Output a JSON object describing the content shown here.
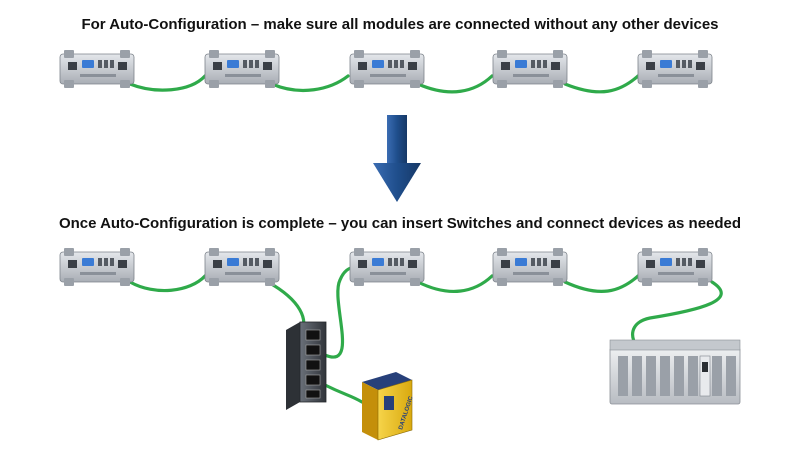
{
  "headings": {
    "auto_config": "For Auto-Configuration – make sure all modules are connected without any other devices",
    "after_config": "Once Auto-Configuration is complete – you can insert Switches and connect devices as needed"
  },
  "diagram": {
    "top_row_modules": 5,
    "bottom_row_modules": 5,
    "cable_color": "#2faa4a",
    "arrow_color": "#1f4e8c",
    "module_color": "#c9cdd3",
    "plc_color": "#d6d9dd",
    "scanner_color": "#f0c419",
    "switch_color": "#4a4f56"
  },
  "devices": {
    "scanner_brand": "DATALOGIC"
  }
}
